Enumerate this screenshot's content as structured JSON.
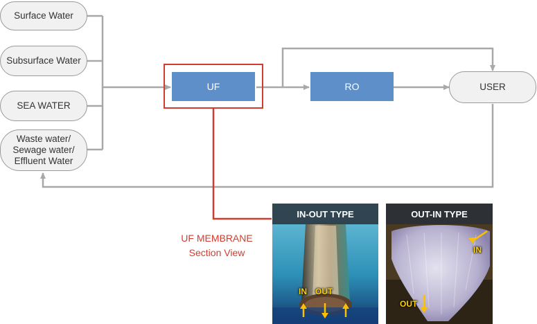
{
  "sources": {
    "surface": "Surface Water",
    "subsurface": "Subsurface Water",
    "sea": "SEA WATER",
    "waste_line1": "Waste water/",
    "waste_line2": "Sewage water/",
    "waste_line3": "Effluent Water"
  },
  "process": {
    "uf": "UF",
    "ro": "RO",
    "user": "USER"
  },
  "caption": {
    "line1": "UF MEMBRANE",
    "line2": "Section View"
  },
  "in_out_photo": {
    "title": "IN-OUT TYPE",
    "in_label": "IN",
    "out_label": "OUT"
  },
  "out_in_photo": {
    "title": "OUT-IN TYPE",
    "in_label": "IN",
    "out_label": "OUT"
  },
  "colors": {
    "box_blue": "#5f8fc8",
    "highlight_red": "#d33b2c",
    "line_gray": "#a8a8a8",
    "arrow_yellow": "#ffc000"
  }
}
